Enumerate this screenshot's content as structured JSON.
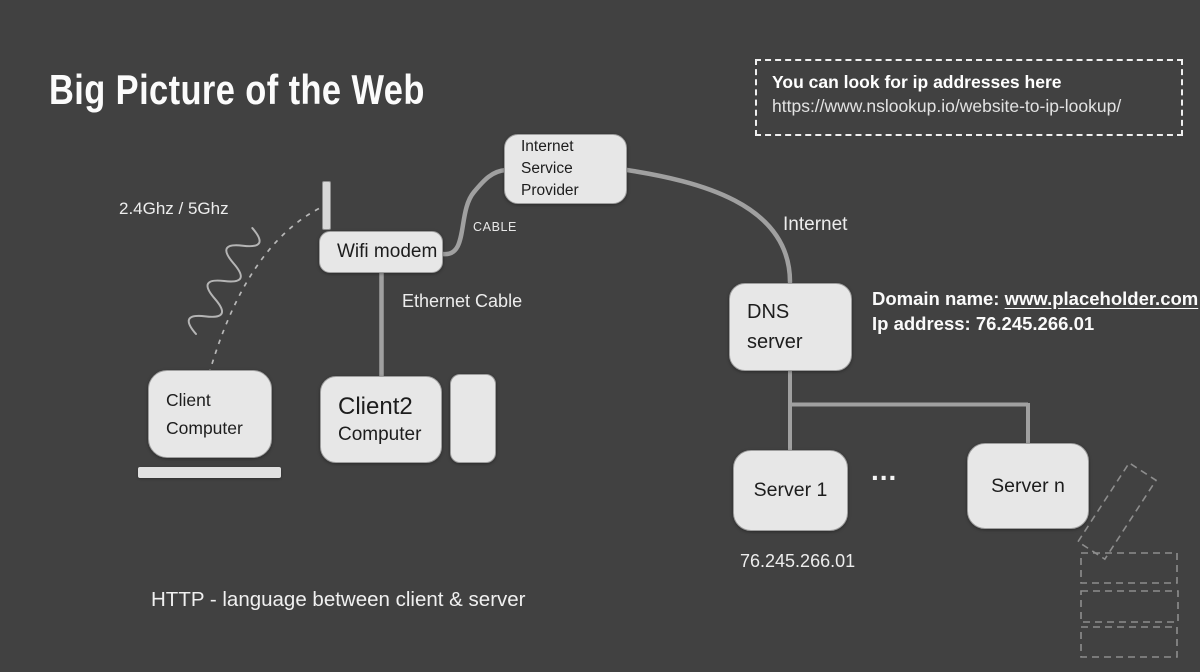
{
  "title": "Big Picture of the Web",
  "lookup_box": {
    "heading": "You can look for ip addresses here",
    "url": "https://www.nslookup.io/website-to-ip-lookup/"
  },
  "nodes": {
    "isp": "Internet\nService\nProvider",
    "wifi_modem": "Wifi modem",
    "client1": "Client\nComputer",
    "client2_title": "Client2",
    "client2_subtitle": "Computer",
    "dns": "DNS\nserver",
    "server1": "Server 1",
    "server_n": "Server n"
  },
  "labels": {
    "wifi_freq": "2.4Ghz / 5Ghz",
    "cable": "CABLE",
    "ethernet": "Ethernet Cable",
    "internet": "Internet",
    "domain_prefix": "Domain name: ",
    "domain_value": "www.placeholder.com",
    "ip_line": "Ip address: 76.245.266.01",
    "ellipsis": "...",
    "server1_ip": "76.245.266.01",
    "http_note": "HTTP - language between client & server"
  },
  "colors": {
    "background": "#414141",
    "node_fill": "#e7e7e7",
    "node_border": "#9e9e9e",
    "node_text": "#1d1d1d",
    "cable": "#a0a0a0",
    "light_text": "#ededed",
    "dashed_stroke": "#8d8d8d"
  }
}
